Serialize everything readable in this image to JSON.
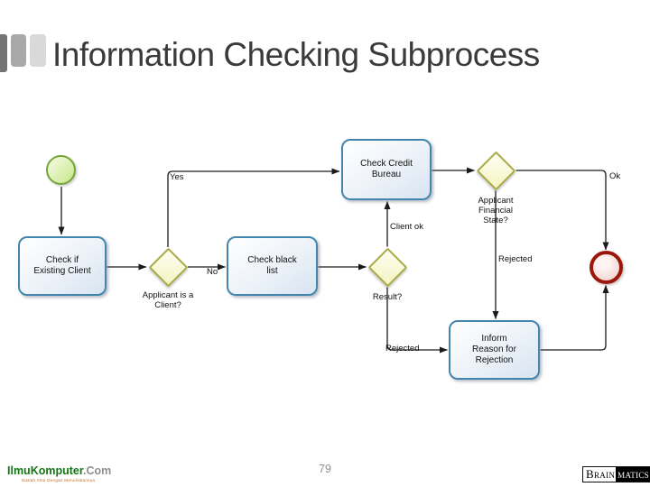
{
  "slide": {
    "title": "Information Checking Subprocess",
    "page_number": "79"
  },
  "diagram": {
    "tasks": {
      "check_existing": {
        "label": "Check if\nExisting Client"
      },
      "check_blacklist": {
        "label": "Check black\nlist"
      },
      "check_credit": {
        "label": "Check Credit\nBureau"
      },
      "inform_rejection": {
        "label": "Inform\nReason for\nRejection"
      }
    },
    "gateways": {
      "applicant_client": {
        "label": "Applicant is a\nClient?"
      },
      "result": {
        "label": "Result?"
      },
      "financial_state": {
        "label": "Applicant\nFinancial\nState?"
      }
    },
    "events": {
      "start": {
        "type": "start-event"
      },
      "end": {
        "type": "end-event"
      }
    },
    "flows": [
      {
        "from": "start",
        "to": "task-check-existing",
        "label": ""
      },
      {
        "from": "task-check-existing",
        "to": "gateway-applicant-client",
        "label": ""
      },
      {
        "from": "gateway-applicant-client",
        "to": "task-check-credit",
        "label": "Yes"
      },
      {
        "from": "gateway-applicant-client",
        "to": "task-check-blacklist",
        "label": "No"
      },
      {
        "from": "task-check-blacklist",
        "to": "gateway-result",
        "label": ""
      },
      {
        "from": "gateway-result",
        "to": "task-check-credit",
        "label": "Client ok"
      },
      {
        "from": "gateway-result",
        "to": "task-inform-rejection",
        "label": "Rejected"
      },
      {
        "from": "task-check-credit",
        "to": "gateway-financial-state",
        "label": ""
      },
      {
        "from": "gateway-financial-state",
        "to": "end",
        "label": "Ok"
      },
      {
        "from": "gateway-financial-state",
        "to": "task-inform-rejection",
        "label": "Rejected"
      },
      {
        "from": "task-inform-rejection",
        "to": "end",
        "label": ""
      }
    ],
    "colors": {
      "task_border": "#4286ae",
      "task_fill": "#d8e4f1",
      "gateway_border": "#a9a945",
      "gateway_fill": "#f5f5c6",
      "start_border": "#75a437",
      "start_fill": "#cbe893",
      "end_border": "#9d160c",
      "end_fill": "#f1cdc7",
      "connector": "#1a1a1a"
    }
  },
  "footer": {
    "ilmukomputer": {
      "brand": "IlmuKomputer",
      "suffix": ".Com",
      "tagline": "Ikatlah Ilmu Dengan Menuliskannya"
    },
    "brainmatics": {
      "left": "Brain",
      "right": "matics"
    }
  }
}
